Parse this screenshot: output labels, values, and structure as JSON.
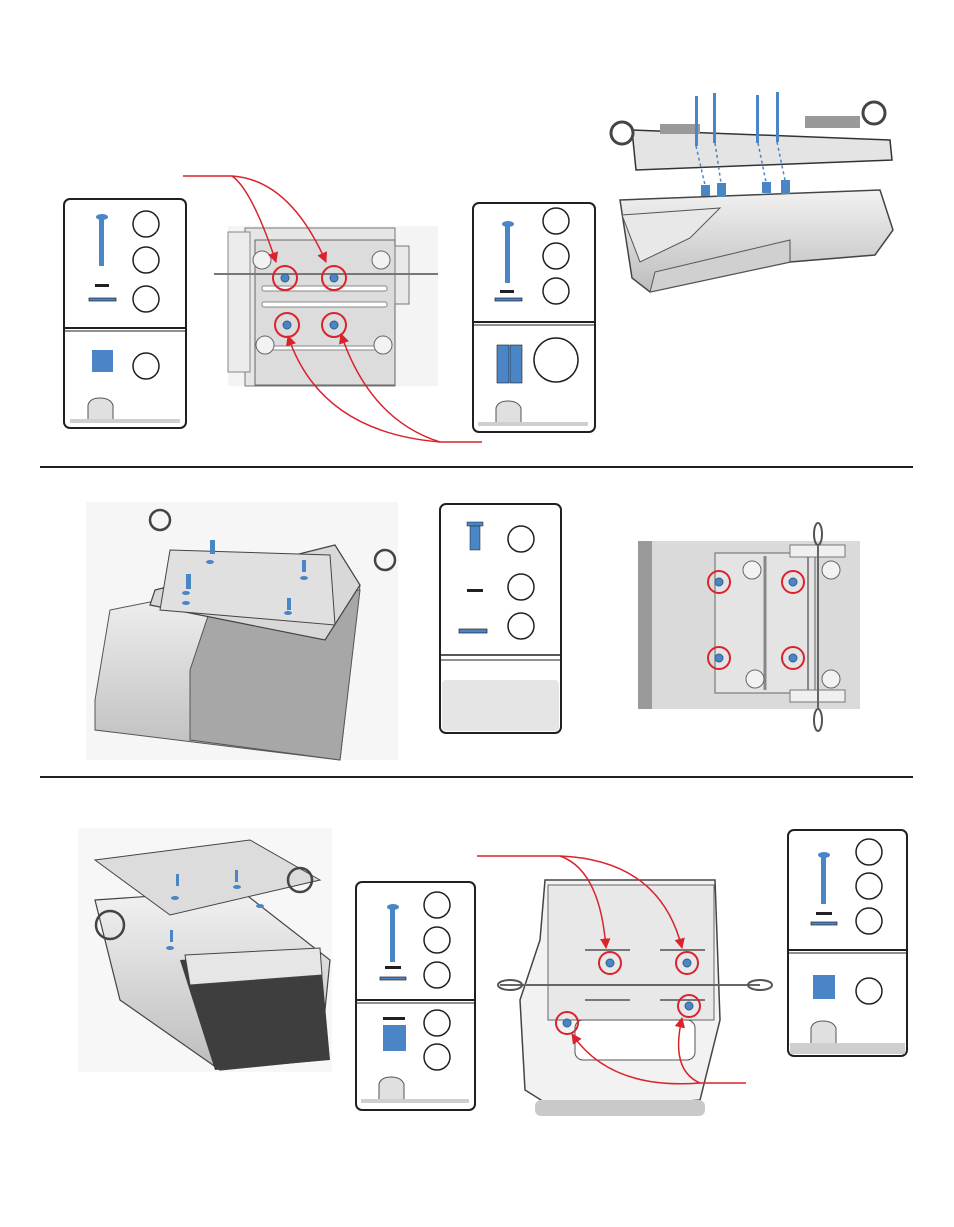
{
  "document": {
    "sections": [
      "installation-step-1",
      "installation-step-2",
      "installation-step-3"
    ]
  },
  "colors": {
    "callout": "#d9232d",
    "hardware": "#4a86c5",
    "line": "#231f20",
    "metal": "#d9d9d9",
    "body": "#eeeeee",
    "shadow": "#a9a9a9"
  },
  "icons": {
    "screw": "screw-icon",
    "washer": "washer-icon",
    "spacer": "spacer-icon",
    "count": "quantity-circle-icon",
    "foot": "rubber-foot-icon"
  }
}
